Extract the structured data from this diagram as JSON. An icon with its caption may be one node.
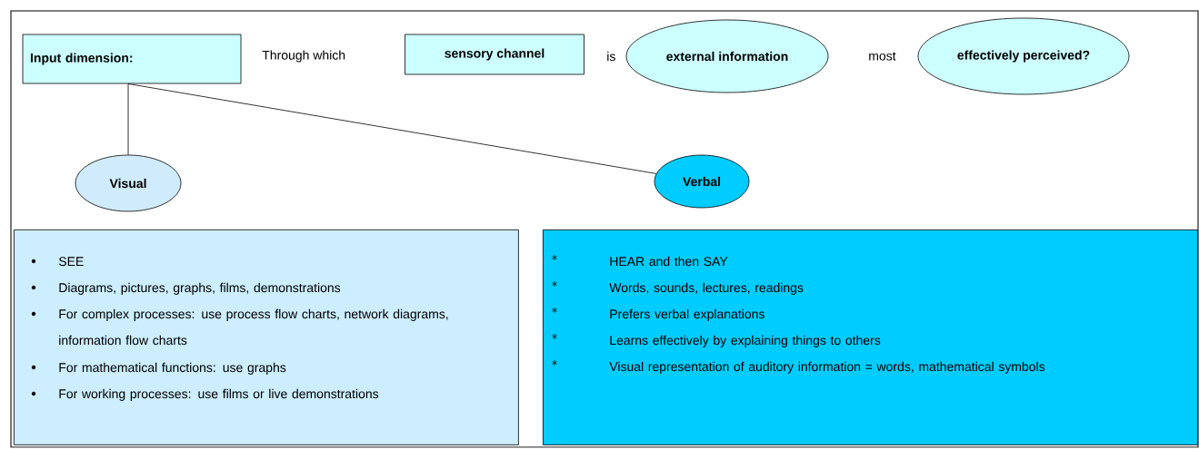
{
  "diagram": {
    "nodes": [
      {
        "text": [
          "Input dimension:"
        ]
      },
      {
        "text": [
          "sensory channel"
        ]
      },
      {
        "text": [
          "external information"
        ]
      },
      {
        "text": [
          "effectively perceived?"
        ]
      },
      {
        "text": [
          "Visual"
        ]
      },
      {
        "text": [
          "Verbal"
        ]
      },
      {
        "text": [
          "SEE",
          "Diagrams, pictures, graphs, films, demonstrations",
          "For complex processes: use process flow charts, network diagrams, information flow charts",
          "For mathematical functions: use graphs",
          "For working processes: use films or live demonstrations"
        ]
      },
      {
        "text": [
          "HEAR and then SAY",
          "Words, sounds, lectures, readings",
          "Prefers verbal explanations",
          "Learns effectively by explaining things to others",
          "Visual representation of auditory information = words, mathematical symbols"
        ]
      }
    ],
    "edges": [
      {
        "from": 0,
        "to": 4,
        "arrow": "none"
      },
      {
        "from": 0,
        "to": 5,
        "arrow": "none"
      }
    ],
    "labels": [
      "Through which",
      "is",
      "most"
    ]
  }
}
